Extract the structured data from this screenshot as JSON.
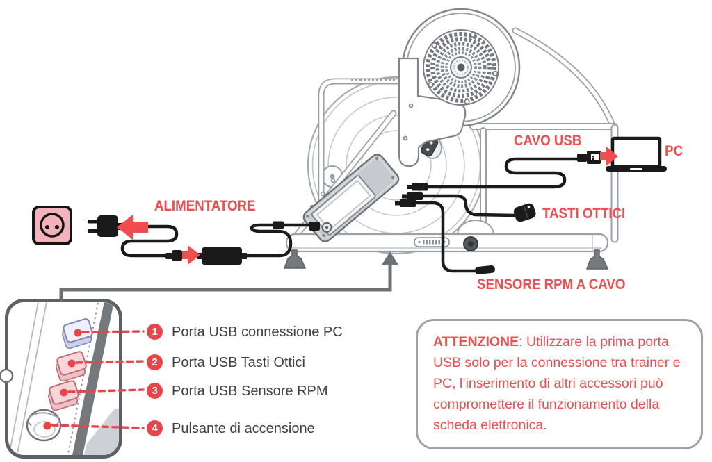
{
  "colors": {
    "accent_red": "#f14c4e",
    "callout_red": "#ea4348",
    "text_dark": "#3e4043",
    "outlet_pink": "#f4b3ba",
    "port_blue_face": "#eef1fb",
    "port_blue_side": "#ccd2ea",
    "port_pink_face": "#f6d6d9",
    "port_pink_side": "#ecc0c5",
    "line_gray": "#9aa0a6",
    "frame_dark": "#6d7176"
  },
  "callout_labels": {
    "alimentatore": "ALIMENTATORE",
    "cavo_usb": "CAVO USB",
    "pc": "PC",
    "tasti_ottici": "TASTI OTTICI",
    "sensore_rpm_a_cavo": "SENSORE RPM A CAVO"
  },
  "ports_legend": {
    "items": [
      {
        "number": "1",
        "label": "Porta USB connessione PC"
      },
      {
        "number": "2",
        "label": "Porta USB Tasti Ottici"
      },
      {
        "number": "3",
        "label": "Porta USB Sensore RPM"
      },
      {
        "number": "4",
        "label": "Pulsante di accensione"
      }
    ]
  },
  "attention_box": {
    "title": "ATTENZIONE",
    "body": ": Utilizzare la prima porta USB solo per la connessione tra trainer e PC, l’inserimento di altri accessori può compromettere il funzionamento della scheda elettronica."
  }
}
